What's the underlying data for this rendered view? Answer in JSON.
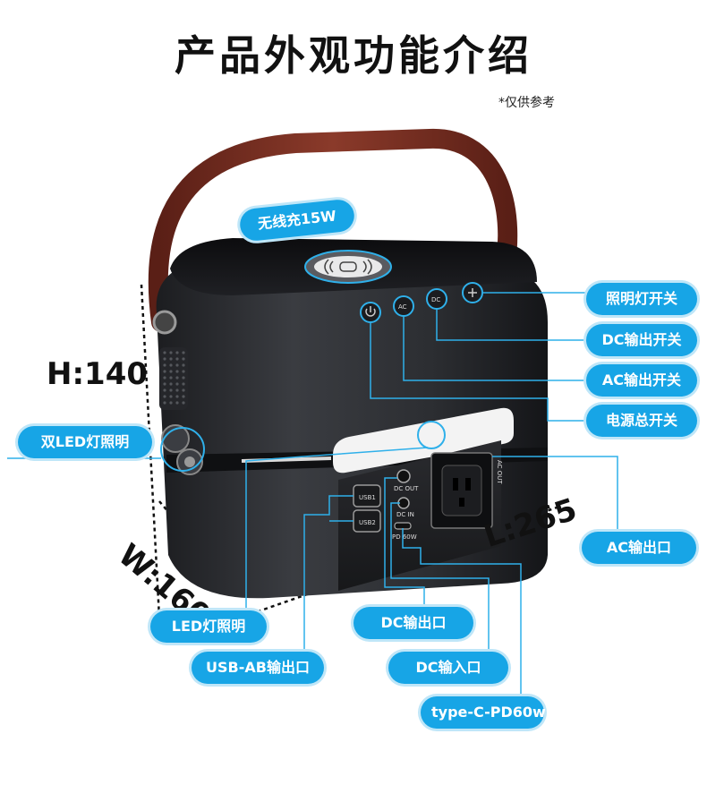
{
  "header": {
    "title": "产品外观功能介绍",
    "note": "*仅供参考"
  },
  "dimensions": {
    "height": "H:140",
    "width": "W:160",
    "length": "L:265"
  },
  "device_labels": {
    "usb1": "USB1",
    "usb2": "USB2",
    "dc_out": "DC OUT",
    "dc_in": "DC IN",
    "pd": "PD 60W",
    "ac_out": "AC OUT",
    "btn_ac": "AC",
    "btn_dc": "DC"
  },
  "callouts": {
    "wireless": "无线充15W",
    "light_switch": "照明灯开关",
    "dc_switch": "DC输出开关",
    "ac_switch": "AC输出开关",
    "power_switch": "电源总开关",
    "dual_led": "双LED灯照明",
    "ac_output": "AC输出口",
    "led_light": "LED灯照明",
    "dc_output": "DC输出口",
    "usb_output": "USB-AB输出口",
    "dc_input": "DC输入口",
    "type_c": "type-C-PD60w"
  },
  "colors": {
    "accent": "#17a5e6",
    "device_body": "#2b2d31",
    "handle": "#7a2f22"
  }
}
